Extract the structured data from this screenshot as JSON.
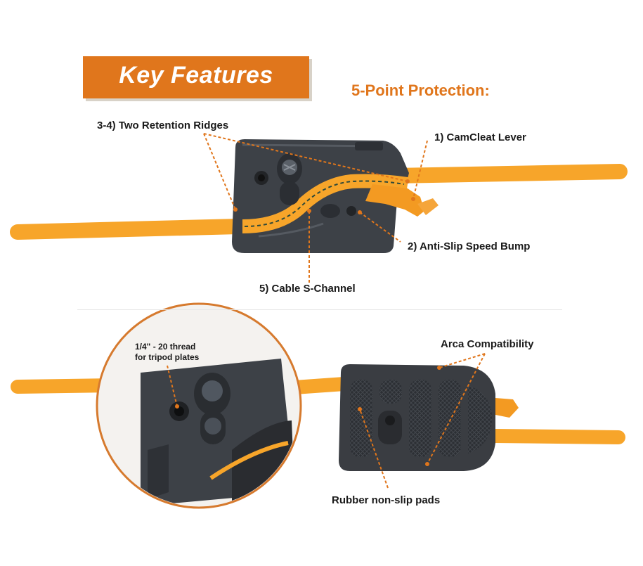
{
  "header": {
    "title": "Key Features",
    "subtitle": "5-Point Protection:"
  },
  "top_diagram": {
    "callouts": {
      "retention_ridges": "3-4)  Two Retention Ridges",
      "camcleat_lever": "1)  CamCleat Lever",
      "speed_bump": "2)  Anti-Slip Speed Bump",
      "s_channel": "5)  Cable S-Channel"
    }
  },
  "bottom_diagram": {
    "callouts": {
      "thread_line1": "1/4\" - 20 thread",
      "thread_line2": "for tripod plates",
      "arca": "Arca Compatibility",
      "rubber_pads": "Rubber non-slip pads"
    }
  },
  "colors": {
    "accent": "#e0761c",
    "cable": "#f7a52a",
    "device": "#3d4147"
  }
}
